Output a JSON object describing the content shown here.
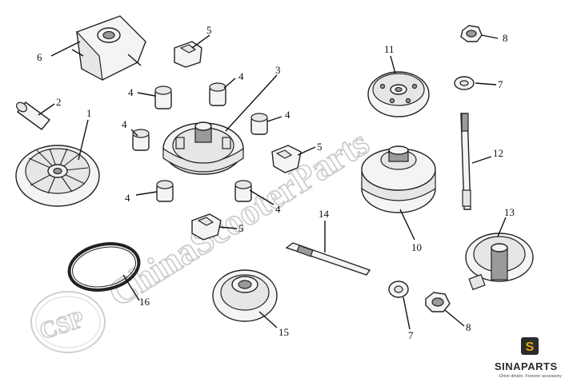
{
  "watermark": {
    "text": "ChinaScooterParts",
    "logo_text": "CSP"
  },
  "brand": {
    "name": "SINAPARTS",
    "tagline": "Drive driven. Forever accessory",
    "logo_glyph": "S",
    "logo_color": "#e8a317",
    "logo_bg": "#2b2b2b"
  },
  "callouts": {
    "c1": "1",
    "c2": "2",
    "c3": "3",
    "c4a": "4",
    "c4b": "4",
    "c4c": "4",
    "c4d": "4",
    "c4e": "4",
    "c4f": "4",
    "c5a": "5",
    "c5b": "5",
    "c5c": "5",
    "c6": "6",
    "c7a": "7",
    "c7b": "7",
    "c8a": "8",
    "c8b": "8",
    "c10": "10",
    "c11": "11",
    "c12": "12",
    "c13": "13",
    "c14": "14",
    "c15": "15",
    "c16": "16"
  }
}
